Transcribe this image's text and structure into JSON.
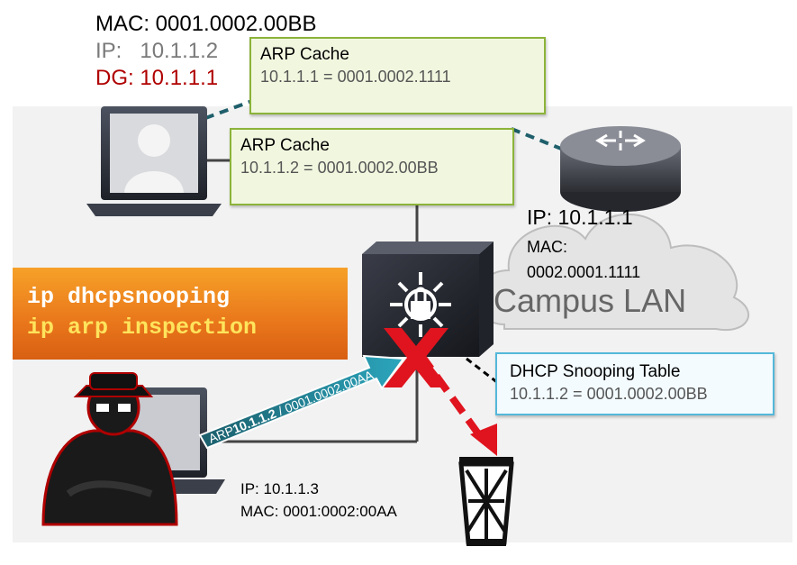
{
  "victim_host": {
    "mac": "MAC: 0001.0002.00BB",
    "ip_label": "IP:",
    "ip": "10.1.1.2",
    "dg": "DG: 10.1.1.1"
  },
  "victim_arp_cache": {
    "title": "ARP Cache",
    "entry": "10.1.1.1 = 0001.0002.1111"
  },
  "router_arp_cache": {
    "title": "ARP Cache",
    "entry": "10.1.1.2 = 0001.0002.00BB"
  },
  "router": {
    "ip": "IP: 10.1.1.1",
    "mac_label": "MAC:",
    "mac": "0002.0001.1111"
  },
  "cloud": {
    "label": "Campus LAN"
  },
  "commands": {
    "line1": "ip dhcpsnooping",
    "line2": "ip arp inspection"
  },
  "dhcp_snooping_table": {
    "title": "DHCP Snooping Table",
    "entry": "10.1.1.2 = 0001.0002.00BB"
  },
  "arp_packet": {
    "prefix": "ARP",
    "ip": "10.1.1.2",
    "separator": " / ",
    "mac": "0001.0002.00AA"
  },
  "attacker": {
    "ip": "IP: 10.1.1.3",
    "mac": "MAC: 0001:0002:00AA"
  },
  "colors": {
    "callout_border": "#8cb33a",
    "callout_fill": "#f1f7df",
    "dhcp_border": "#54b8d9",
    "dg_text": "#b00000",
    "orange": "#e9761b",
    "blocked_red": "#e0141e",
    "arrow_teal": "#1f8fa3",
    "dashed_link": "#1f5f6b"
  },
  "icons": [
    "user-laptop-icon",
    "router-icon",
    "cloud-icon",
    "switch-security-icon",
    "hacker-laptop-icon",
    "trash-can-icon",
    "blocked-x-icon"
  ]
}
